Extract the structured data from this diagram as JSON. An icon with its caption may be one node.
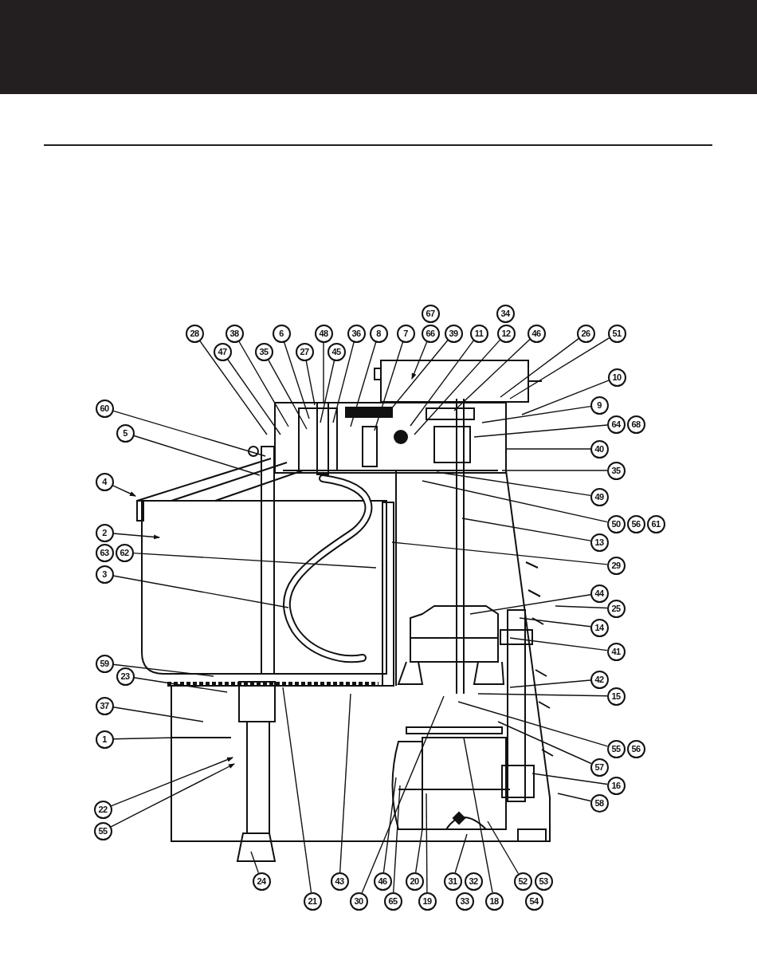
{
  "diagram": {
    "nodes": [
      {
        "text": [
          "67"
        ]
      },
      {
        "text": [
          "34"
        ]
      },
      {
        "text": [
          "28"
        ]
      },
      {
        "text": [
          "38"
        ]
      },
      {
        "text": [
          "6"
        ]
      },
      {
        "text": [
          "48"
        ]
      },
      {
        "text": [
          "36"
        ]
      },
      {
        "text": [
          "8"
        ]
      },
      {
        "text": [
          "7"
        ]
      },
      {
        "text": [
          "66"
        ]
      },
      {
        "text": [
          "39"
        ]
      },
      {
        "text": [
          "11"
        ]
      },
      {
        "text": [
          "12"
        ]
      },
      {
        "text": [
          "46"
        ]
      },
      {
        "text": [
          "26"
        ]
      },
      {
        "text": [
          "51"
        ]
      },
      {
        "text": [
          "47"
        ]
      },
      {
        "text": [
          "35"
        ]
      },
      {
        "text": [
          "27"
        ]
      },
      {
        "text": [
          "45"
        ]
      },
      {
        "text": [
          "10"
        ]
      },
      {
        "text": [
          "9"
        ]
      },
      {
        "text": [
          "60"
        ]
      },
      {
        "text": [
          "64"
        ]
      },
      {
        "text": [
          "68"
        ]
      },
      {
        "text": [
          "5"
        ]
      },
      {
        "text": [
          "40"
        ]
      },
      {
        "text": [
          "35"
        ]
      },
      {
        "text": [
          "4"
        ]
      },
      {
        "text": [
          "49"
        ]
      },
      {
        "text": [
          "50"
        ]
      },
      {
        "text": [
          "56"
        ]
      },
      {
        "text": [
          "61"
        ]
      },
      {
        "text": [
          "2"
        ]
      },
      {
        "text": [
          "13"
        ]
      },
      {
        "text": [
          "63"
        ]
      },
      {
        "text": [
          "62"
        ]
      },
      {
        "text": [
          "29"
        ]
      },
      {
        "text": [
          "3"
        ]
      },
      {
        "text": [
          "44"
        ]
      },
      {
        "text": [
          "25"
        ]
      },
      {
        "text": [
          "14"
        ]
      },
      {
        "text": [
          "41"
        ]
      },
      {
        "text": [
          "59"
        ]
      },
      {
        "text": [
          "23"
        ]
      },
      {
        "text": [
          "42"
        ]
      },
      {
        "text": [
          "15"
        ]
      },
      {
        "text": [
          "37"
        ]
      },
      {
        "text": [
          "1"
        ]
      },
      {
        "text": [
          "55"
        ]
      },
      {
        "text": [
          "56"
        ]
      },
      {
        "text": [
          "57"
        ]
      },
      {
        "text": [
          "16"
        ]
      },
      {
        "text": [
          "58"
        ]
      },
      {
        "text": [
          "22"
        ]
      },
      {
        "text": [
          "55"
        ]
      },
      {
        "text": [
          "24"
        ]
      },
      {
        "text": [
          "43"
        ]
      },
      {
        "text": [
          "46"
        ]
      },
      {
        "text": [
          "20"
        ]
      },
      {
        "text": [
          "31"
        ]
      },
      {
        "text": [
          "32"
        ]
      },
      {
        "text": [
          "52"
        ]
      },
      {
        "text": [
          "53"
        ]
      },
      {
        "text": [
          "21"
        ]
      },
      {
        "text": [
          "30"
        ]
      },
      {
        "text": [
          "65"
        ]
      },
      {
        "text": [
          "19"
        ]
      },
      {
        "text": [
          "33"
        ]
      },
      {
        "text": [
          "18"
        ]
      },
      {
        "text": [
          "54"
        ]
      }
    ],
    "edges": [
      {
        "from": 2,
        "to": null,
        "arrow": "none"
      },
      {
        "from": 3,
        "to": null,
        "arrow": "none"
      },
      {
        "from": 4,
        "to": null,
        "arrow": "none"
      },
      {
        "from": 5,
        "to": null,
        "arrow": "none"
      },
      {
        "from": 6,
        "to": null,
        "arrow": "none"
      },
      {
        "from": 7,
        "to": null,
        "arrow": "none"
      },
      {
        "from": 8,
        "to": null,
        "arrow": "none"
      },
      {
        "from": 9,
        "to": null,
        "arrow": "to"
      },
      {
        "from": 10,
        "to": null,
        "arrow": "none"
      },
      {
        "from": 11,
        "to": null,
        "arrow": "none"
      },
      {
        "from": 12,
        "to": null,
        "arrow": "none"
      },
      {
        "from": 13,
        "to": null,
        "arrow": "none"
      },
      {
        "from": 14,
        "to": null,
        "arrow": "none"
      },
      {
        "from": 15,
        "to": null,
        "arrow": "none"
      },
      {
        "from": 16,
        "to": null,
        "arrow": "none"
      },
      {
        "from": 17,
        "to": null,
        "arrow": "none"
      },
      {
        "from": 18,
        "to": null,
        "arrow": "none"
      },
      {
        "from": 19,
        "to": null,
        "arrow": "none"
      },
      {
        "from": 20,
        "to": null,
        "arrow": "none"
      },
      {
        "from": 21,
        "to": null,
        "arrow": "none"
      },
      {
        "from": 22,
        "to": null,
        "arrow": "none"
      },
      {
        "from": 23,
        "to": null,
        "arrow": "none"
      },
      {
        "from": 25,
        "to": null,
        "arrow": "none"
      },
      {
        "from": 26,
        "to": null,
        "arrow": "none"
      },
      {
        "from": 27,
        "to": null,
        "arrow": "none"
      },
      {
        "from": 28,
        "to": null,
        "arrow": "to"
      },
      {
        "from": 29,
        "to": null,
        "arrow": "none"
      },
      {
        "from": 30,
        "to": null,
        "arrow": "none"
      },
      {
        "from": 33,
        "to": null,
        "arrow": "to"
      },
      {
        "from": 34,
        "to": null,
        "arrow": "none"
      },
      {
        "from": 36,
        "to": null,
        "arrow": "none"
      },
      {
        "from": 37,
        "to": null,
        "arrow": "none"
      },
      {
        "from": 38,
        "to": null,
        "arrow": "none"
      },
      {
        "from": 39,
        "to": null,
        "arrow": "none"
      },
      {
        "from": 40,
        "to": null,
        "arrow": "none"
      },
      {
        "from": 41,
        "to": null,
        "arrow": "none"
      },
      {
        "from": 42,
        "to": null,
        "arrow": "none"
      },
      {
        "from": 43,
        "to": null,
        "arrow": "none"
      },
      {
        "from": 44,
        "to": null,
        "arrow": "none"
      },
      {
        "from": 45,
        "to": null,
        "arrow": "none"
      },
      {
        "from": 46,
        "to": null,
        "arrow": "none"
      },
      {
        "from": 47,
        "to": null,
        "arrow": "none"
      },
      {
        "from": 48,
        "to": null,
        "arrow": "none"
      },
      {
        "from": 49,
        "to": null,
        "arrow": "none"
      },
      {
        "from": 51,
        "to": null,
        "arrow": "none"
      },
      {
        "from": 52,
        "to": null,
        "arrow": "none"
      },
      {
        "from": 53,
        "to": null,
        "arrow": "none"
      },
      {
        "from": 54,
        "to": null,
        "arrow": "to"
      },
      {
        "from": 55,
        "to": null,
        "arrow": "to"
      },
      {
        "from": 56,
        "to": null,
        "arrow": "none"
      },
      {
        "from": 57,
        "to": null,
        "arrow": "none"
      },
      {
        "from": 58,
        "to": null,
        "arrow": "none"
      },
      {
        "from": 59,
        "to": null,
        "arrow": "none"
      },
      {
        "from": 60,
        "to": null,
        "arrow": "none"
      },
      {
        "from": 62,
        "to": null,
        "arrow": "none"
      },
      {
        "from": 64,
        "to": null,
        "arrow": "none"
      },
      {
        "from": 65,
        "to": null,
        "arrow": "none"
      },
      {
        "from": 66,
        "to": null,
        "arrow": "none"
      },
      {
        "from": 67,
        "to": null,
        "arrow": "none"
      },
      {
        "from": 69,
        "to": null,
        "arrow": "none"
      }
    ]
  }
}
